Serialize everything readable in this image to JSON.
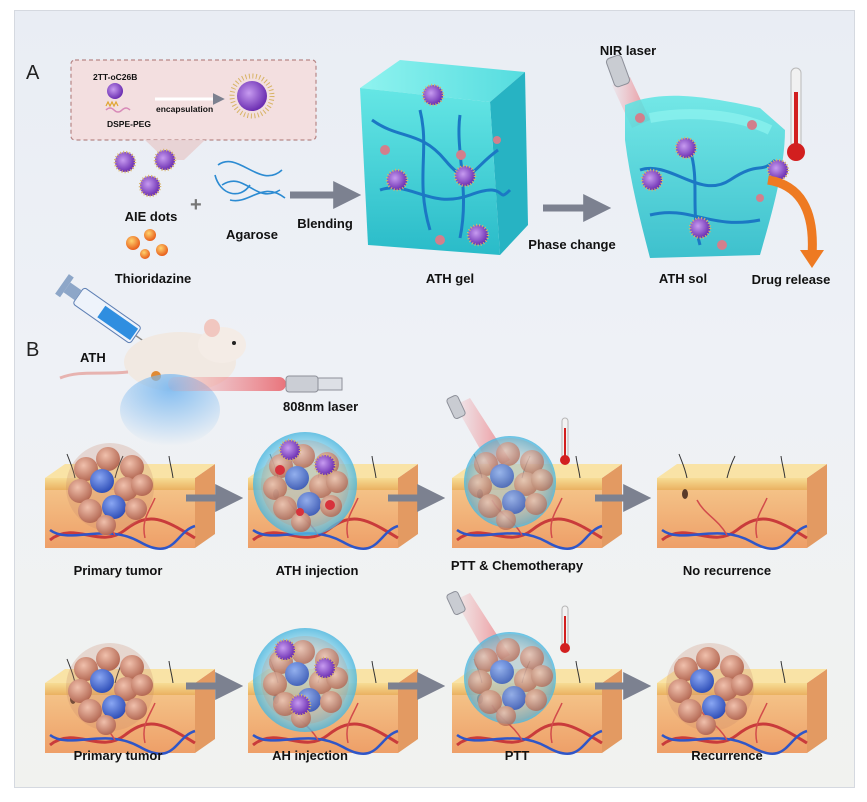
{
  "panel_a": {
    "letter": "A",
    "inset": {
      "molecule": "2TT-oC26B",
      "polymer": "DSPE-PEG",
      "process": "encapsulation"
    },
    "aie_dots": "AIE dots",
    "plus": "+",
    "drug": "Thioridazine",
    "polymer_gel": "Agarose",
    "step_blend": "Blending",
    "gel": "ATH gel",
    "step_phase": "Phase change",
    "laser": "NIR laser",
    "sol": "ATH sol",
    "release": "Drug release"
  },
  "panel_b": {
    "letter": "B",
    "injector": "ATH",
    "laser": "808nm laser",
    "row1": [
      "Primary tumor",
      "ATH injection",
      "PTT & Chemotherapy",
      "No recurrence"
    ],
    "row2": [
      "Primary tumor",
      "AH injection",
      "PTT",
      "Recurrence"
    ]
  },
  "colors": {
    "gel": "#36d0d6",
    "fiber": "#1b78c4",
    "nanoparticle": "#8a4fcb",
    "drug": "#f07d1e",
    "skin": "#f3c472",
    "tumor": "#d79a83",
    "laser": "#e8747b",
    "arrow": "#7c8190"
  }
}
